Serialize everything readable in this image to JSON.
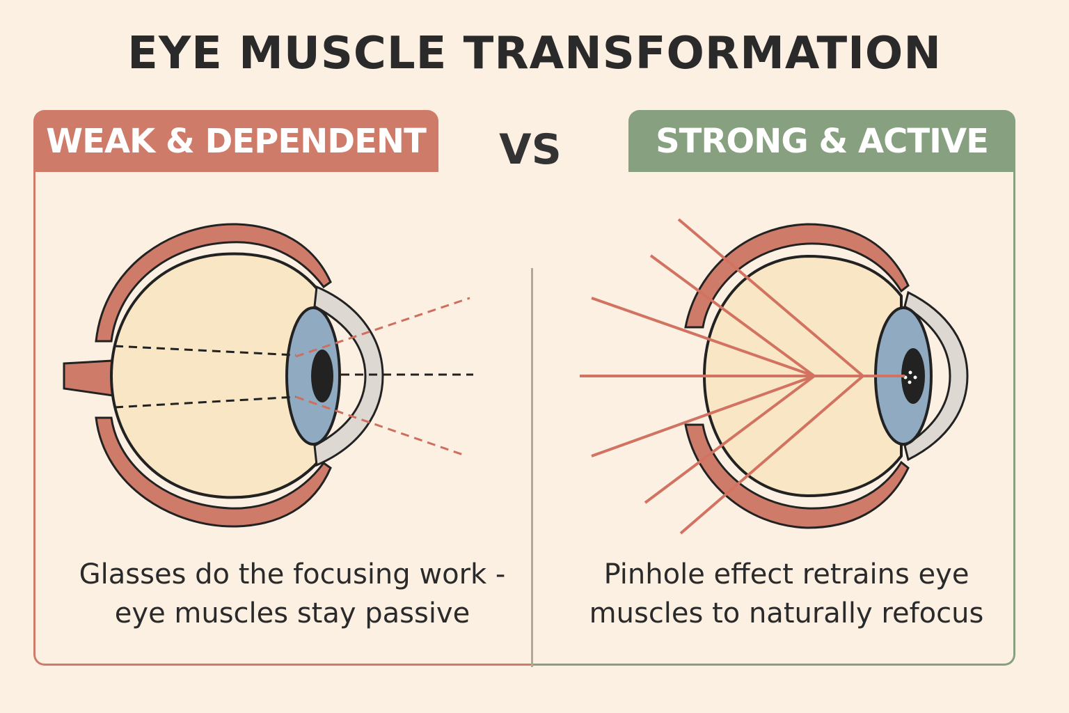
{
  "title": "EYE MUSCLE TRANSFORMATION",
  "vs_label": "VS",
  "left_panel": {
    "heading": "WEAK & DEPENDENT",
    "caption_line1": "Glasses do the focusing work -",
    "caption_line2": "eye muscles stay passive",
    "color": "#cf7b6a"
  },
  "right_panel": {
    "heading": "STRONG & ACTIVE",
    "caption_line1": "Pinhole effect retrains eye",
    "caption_line2": "muscles to naturally refocus",
    "color": "#87a07f"
  }
}
